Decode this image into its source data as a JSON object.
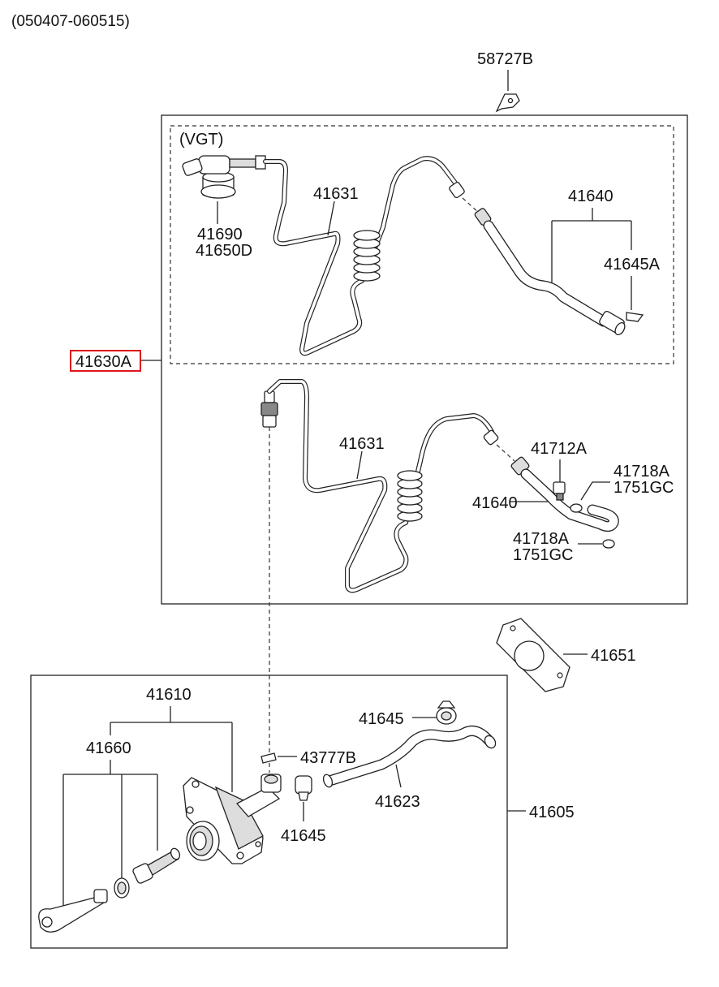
{
  "header": {
    "date_range": "(050407-060515)"
  },
  "labels": {
    "p58727B": "58727B",
    "vgt": "(VGT)",
    "p41631_top": "41631",
    "p41640_top": "41640",
    "p41645A": "41645A",
    "p41690": "41690",
    "p41650D": "41650D",
    "p41630A": "41630A",
    "p41631_mid": "41631",
    "p41712A": "41712A",
    "p41718A_1": "41718A",
    "p1751GC_1": "1751GC",
    "p41640_mid": "41640",
    "p41718A_2": "41718A",
    "p1751GC_2": "1751GC",
    "p41651": "41651",
    "p41610": "41610",
    "p41660": "41660",
    "p41645_hose": "41645",
    "p43777B": "43777B",
    "p41623": "41623",
    "p41645_clamp": "41645",
    "p41605": "41605"
  },
  "colors": {
    "highlight": "#e0141b",
    "line": "#222222"
  }
}
